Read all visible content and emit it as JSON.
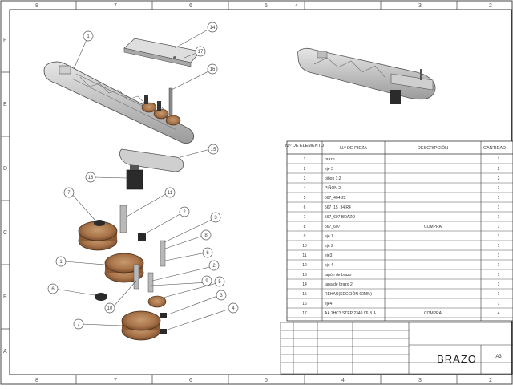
{
  "border": {
    "top_zones": [
      "8",
      "7",
      "6",
      "5",
      "4",
      "3",
      "2"
    ],
    "left_zones": [
      "F",
      "E",
      "D",
      "C",
      "B",
      "A"
    ],
    "bottom_zones": [
      "8",
      "7",
      "6",
      "5",
      "4",
      "3",
      "2"
    ]
  },
  "balloons": [
    "1",
    "14",
    "17",
    "16",
    "15",
    "18",
    "7",
    "11",
    "2",
    "3",
    "8",
    "1",
    "6",
    "2",
    "9",
    "5",
    "6",
    "10",
    "3",
    "7",
    "4"
  ],
  "bom": {
    "headers": [
      "N.º DE ELEMENTO",
      "N.º DE PIEZA",
      "DESCRIPCIÓN",
      "CANTIDAD"
    ],
    "rows": [
      {
        "n": "1",
        "pieza": "brazo",
        "desc": "",
        "cant": "1"
      },
      {
        "n": "2",
        "pieza": "eje 3",
        "desc": "",
        "cant": "2"
      },
      {
        "n": "3",
        "pieza": "piñon 1:2",
        "desc": "",
        "cant": "2"
      },
      {
        "n": "4",
        "pieza": "PIÑON 2",
        "desc": "",
        "cant": "1"
      },
      {
        "n": "5",
        "pieza": "567_404-22",
        "desc": "",
        "cant": "1"
      },
      {
        "n": "6",
        "pieza": "567_15_34 R4",
        "desc": "",
        "cant": "1"
      },
      {
        "n": "7",
        "pieza": "567_607 BRAZO",
        "desc": "",
        "cant": "1"
      },
      {
        "n": "8",
        "pieza": "567_607",
        "desc": "COMPRA",
        "cant": "1"
      },
      {
        "n": "9",
        "pieza": "eje 1",
        "desc": "",
        "cant": "1"
      },
      {
        "n": "10",
        "pieza": "eje 2",
        "desc": "",
        "cant": "1"
      },
      {
        "n": "11",
        "pieza": "eje3",
        "desc": "",
        "cant": "1"
      },
      {
        "n": "12",
        "pieza": "eje 4",
        "desc": "",
        "cant": "1"
      },
      {
        "n": "13",
        "pieza": "tapón de brazo",
        "desc": "",
        "cant": "1"
      },
      {
        "n": "14",
        "pieza": "tapa de brazo 2",
        "desc": "",
        "cant": "1"
      },
      {
        "n": "15",
        "pieza": "REHAU(SECCIÓN 60MM)",
        "desc": "",
        "cant": "1"
      },
      {
        "n": "16",
        "pieza": "eje4",
        "desc": "",
        "cant": "1"
      },
      {
        "n": "17",
        "pieza": "AA 1HC3 STEP 2340 06 B.A",
        "desc": "COMPRA",
        "cant": "4"
      }
    ]
  },
  "title_block": {
    "title": "BRAZO",
    "size": "A3"
  }
}
